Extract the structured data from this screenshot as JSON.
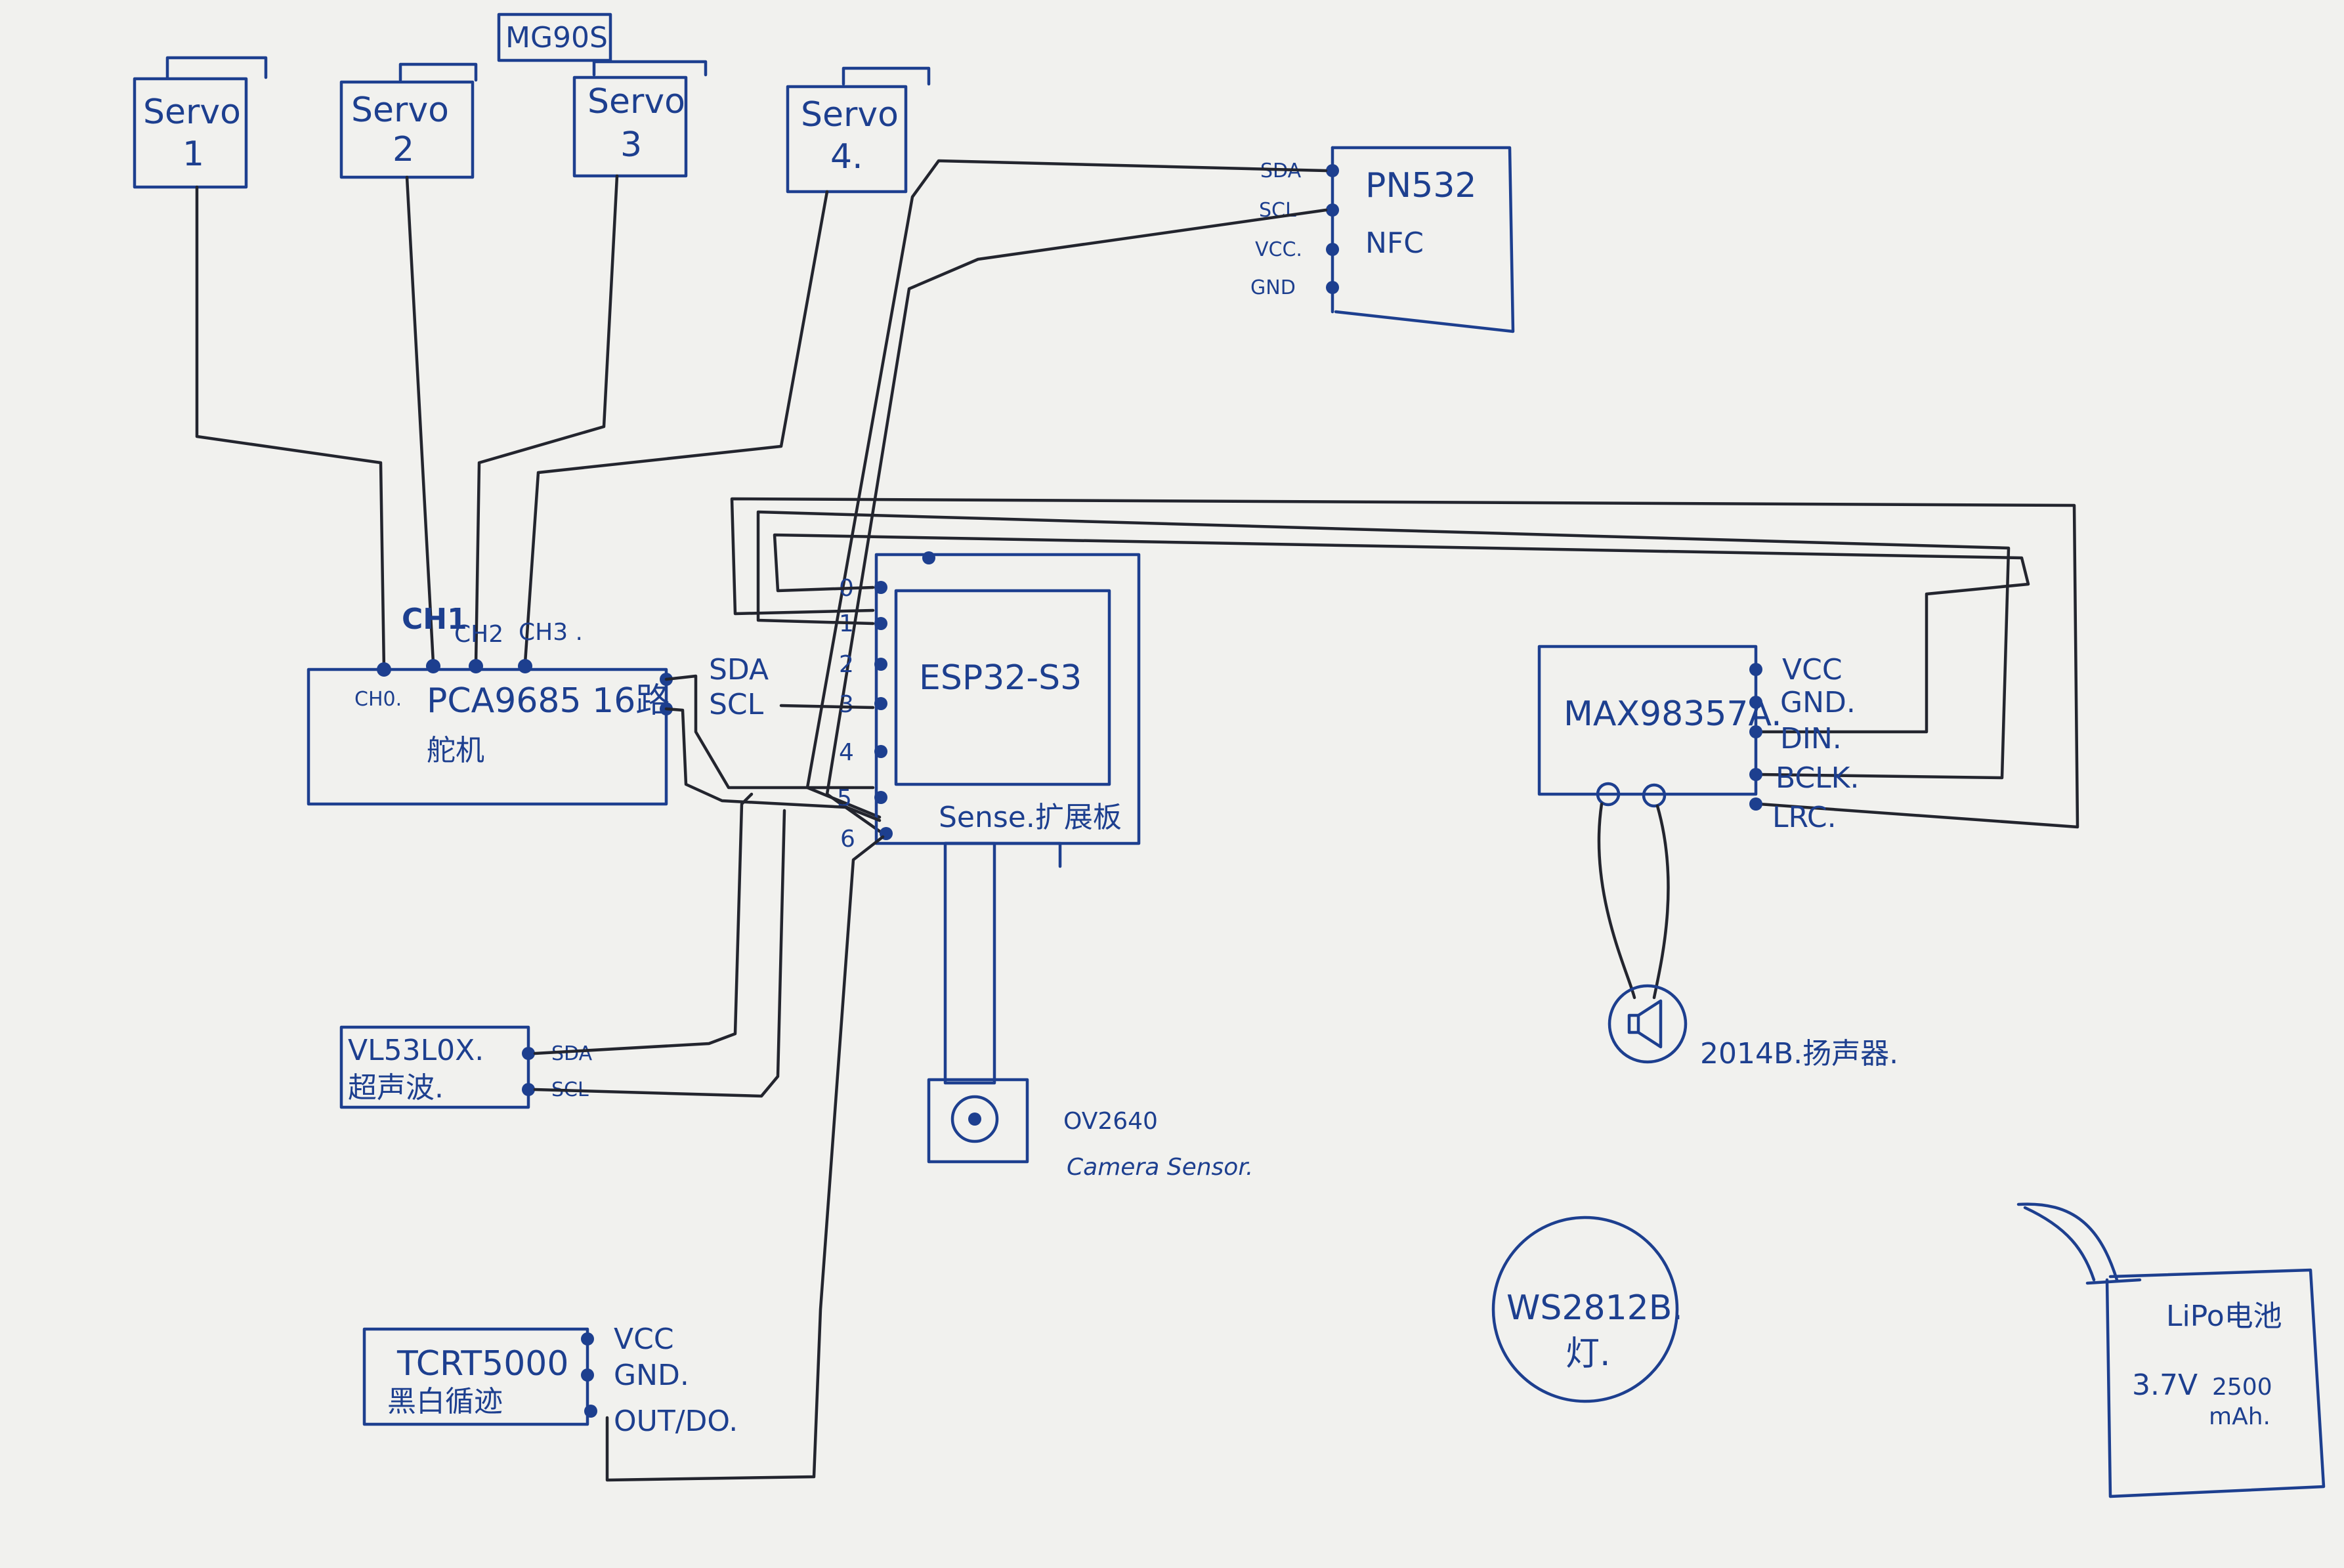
{
  "top_label": "MG90S",
  "servos": [
    {
      "name": "Servo",
      "num": "1"
    },
    {
      "name": "Servo",
      "num": "2"
    },
    {
      "name": "Servo",
      "num": "3"
    },
    {
      "name": "Servo",
      "num": "4."
    }
  ],
  "pca": {
    "title": "PCA9685 16路",
    "subtitle": "舵机",
    "ch0": "CH0.",
    "ch1": "CH1",
    "ch2": "CH2",
    "ch3": "CH3 .",
    "sda": "SDA",
    "scl": "SCL"
  },
  "pn532": {
    "title": "PN532",
    "subtitle": "NFC",
    "pins": [
      "SDA",
      "SCL",
      "VCC.",
      "GND"
    ]
  },
  "esp": {
    "title": "ESP32-S3",
    "label": "Sense.扩展板",
    "pins": [
      "0",
      "1",
      "2",
      "3",
      "4",
      "5",
      "6"
    ]
  },
  "max": {
    "title": "MAX98357A.",
    "pins": [
      "VCC",
      "GND.",
      "DIN.",
      "BCLK.",
      "LRC."
    ]
  },
  "speaker": {
    "label": "2014B.扬声器."
  },
  "camera": {
    "name": "OV2640",
    "label": "Camera Sensor."
  },
  "vl53": {
    "title": "VL53L0X.",
    "subtitle": "超声波.",
    "sda": "SDA",
    "scl": "SCL"
  },
  "tcrt": {
    "title": "TCRT5000",
    "subtitle": "黑白循迹",
    "pins": [
      "VCC",
      "GND.",
      "OUT/DO."
    ]
  },
  "ws": {
    "title": "WS2812B.",
    "subtitle": "灯."
  },
  "lipo": {
    "title": "LiPo电池",
    "voltage": "3.7V",
    "capacity": "2500",
    "unit": "mAh."
  },
  "colors": {
    "ink": "#1d3f8f",
    "wire": "#23252e",
    "paper": "#f1f1ee"
  }
}
